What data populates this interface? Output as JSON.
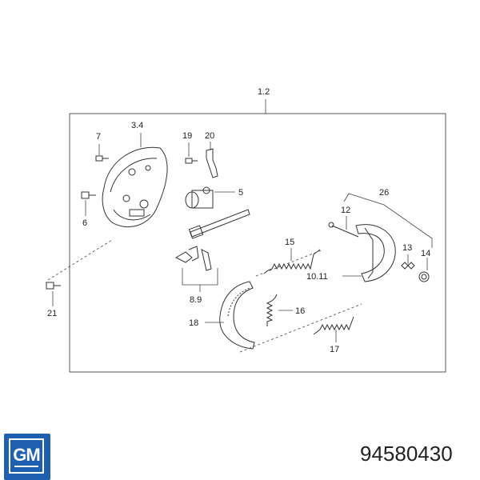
{
  "diagram": {
    "labels": {
      "assembly": "1.2",
      "backing_plate": "3.4",
      "bolt_7": "7",
      "bolt_6": "6",
      "part_19": "19",
      "part_20": "20",
      "cylinder": "5",
      "adjuster": "8.9",
      "bolt_21": "21",
      "part_26": "26",
      "part_12": "12",
      "part_13": "13",
      "part_14": "14",
      "spring_15": "15",
      "shoe_10_11": "10.11",
      "spring_16": "16",
      "shoe_18": "18",
      "spring_17": "17"
    }
  },
  "brand": {
    "logo_text": "GM",
    "logo_color": "#1f5fb0"
  },
  "part_number": "94580430"
}
